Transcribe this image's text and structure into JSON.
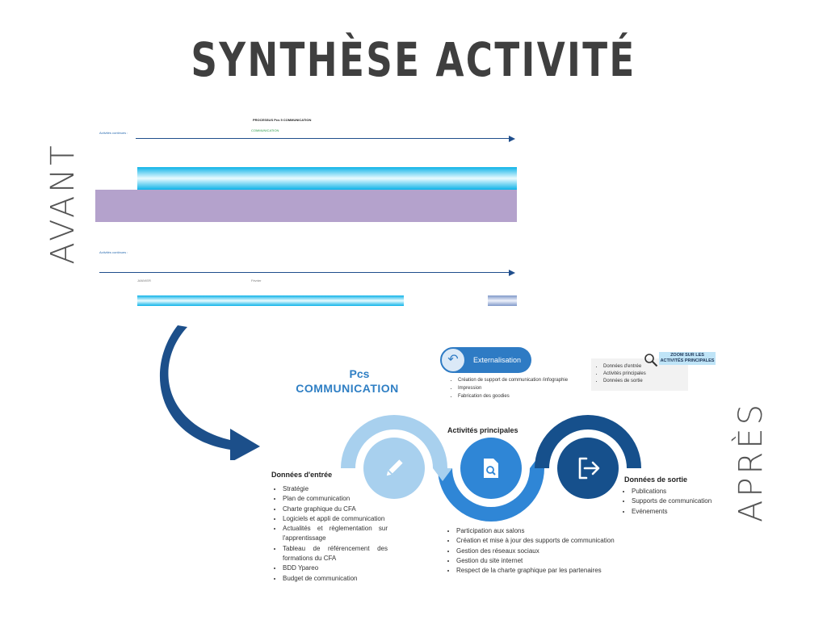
{
  "title": "SYNTHÈSE ACTIVITÉ",
  "side_labels": {
    "before": "AVANT",
    "after": "APRÈS"
  },
  "old_doc": {
    "heading": "PROCESSUS Pcs 5 COMMUNICATION",
    "continuous1": "Activités continues :",
    "continuous2": "Activités continues :",
    "comm_label": "COMMUNICATION",
    "january": "JANVIER",
    "february": "Février"
  },
  "process": {
    "prefix": "Pcs",
    "name": "COMMUNICATION"
  },
  "externalisation": {
    "label": "Externalisation",
    "items": [
      "Création de support de communication /infographie",
      "Impression",
      "Fabrication des goodies"
    ]
  },
  "zoom": {
    "label": "ZOOM SUR LES ACTIVITÉS PRINCIPALES",
    "items": [
      "Données d'entrée",
      "Activités principales",
      "Données de sortie"
    ]
  },
  "donnees_entree": {
    "title": "Données d'entrée",
    "items": [
      "Stratégie",
      "Plan de communication",
      "Charte graphique du CFA",
      "Logiciels et appli de communication",
      "Actualités et règlementation sur l'apprentissage",
      "Tableau de référencement des formations du CFA",
      "BDD Ypareo",
      "Budget de communication"
    ]
  },
  "activites_principales": {
    "title": "Activités principales",
    "items": [
      "Participation aux salons",
      "Création et mise à jour des supports de communication",
      "Gestion des réseaux sociaux",
      "Gestion du site internet",
      "Respect de la charte graphique par les partenaires"
    ]
  },
  "donnees_sortie": {
    "title": "Données de sortie",
    "items": [
      "Publications",
      "Supports de communication",
      "Evénements"
    ]
  },
  "colors": {
    "light_blue": "#a8d0ee",
    "mid_blue": "#2f86d6",
    "dark_blue": "#16508c",
    "arrow": "#1c4f8a",
    "purple": "#b4a2cc"
  }
}
